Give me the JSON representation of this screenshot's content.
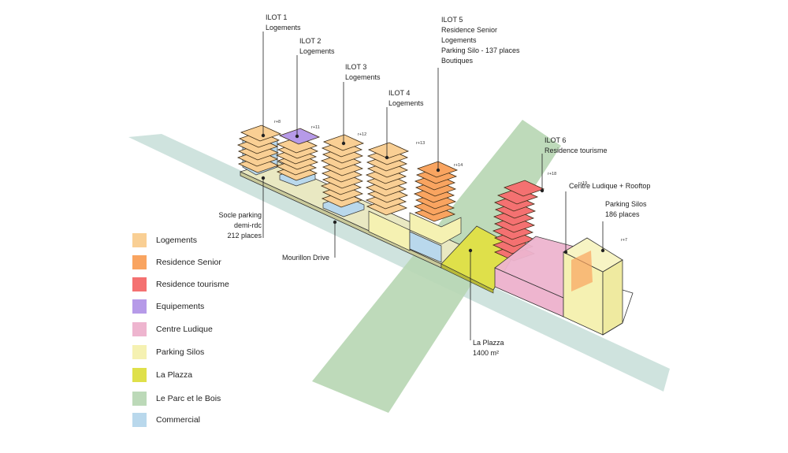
{
  "colors": {
    "logements": "#f9cf94",
    "residence_senior": "#f9a460",
    "residence_tourisme": "#f47171",
    "equipements": "#b69ae8",
    "centre_ludique": "#eeb5cf",
    "parking_silos": "#f5f1b2",
    "la_plazza": "#dfe04a",
    "parc_bois": "#bcd9b8",
    "commercial": "#b9d8ec",
    "road": "#cfe3de",
    "socle": "#e7e6bf"
  },
  "ilots": [
    {
      "title": "ILOT 1",
      "lines": [
        "Logements"
      ],
      "height_label": "r+8"
    },
    {
      "title": "ILOT 2",
      "lines": [
        "Logements"
      ],
      "height_label": "r+11"
    },
    {
      "title": "ILOT 3",
      "lines": [
        "Logements"
      ],
      "height_label": "r+12"
    },
    {
      "title": "ILOT 4",
      "lines": [
        "Logements"
      ],
      "height_label": "r+13"
    },
    {
      "title": "ILOT 5",
      "lines": [
        "Residence Senior",
        "Logements",
        "Parking Silo - 137 places",
        "Boutiques"
      ],
      "height_label": "r+14"
    },
    {
      "title": "ILOT 6",
      "lines": [
        "Residence tourisme"
      ],
      "height_label": "r+18"
    }
  ],
  "annotations": {
    "centre_ludique": "Centre Ludique + Rooftop",
    "centre_height": "r+19",
    "parking_silos": [
      "Parking Silos",
      "186 places"
    ],
    "parking_height": "r+7",
    "socle": [
      "Socle parking",
      "demi-rdc",
      "212 places"
    ],
    "mourillon": "Mourillon Drive",
    "plazza": [
      "La Plazza",
      "1400 m²"
    ]
  },
  "legend": [
    {
      "label": "Logements",
      "color_key": "logements"
    },
    {
      "label": "Residence Senior",
      "color_key": "residence_senior"
    },
    {
      "label": "Residence tourisme",
      "color_key": "residence_tourisme"
    },
    {
      "label": "Equipements",
      "color_key": "equipements"
    },
    {
      "label": "Centre Ludique",
      "color_key": "centre_ludique"
    },
    {
      "label": "Parking Silos",
      "color_key": "parking_silos"
    },
    {
      "label": "La Plazza",
      "color_key": "la_plazza"
    },
    {
      "label": "Le Parc et le Bois",
      "color_key": "parc_bois"
    },
    {
      "label": "Commercial",
      "color_key": "commercial"
    }
  ]
}
